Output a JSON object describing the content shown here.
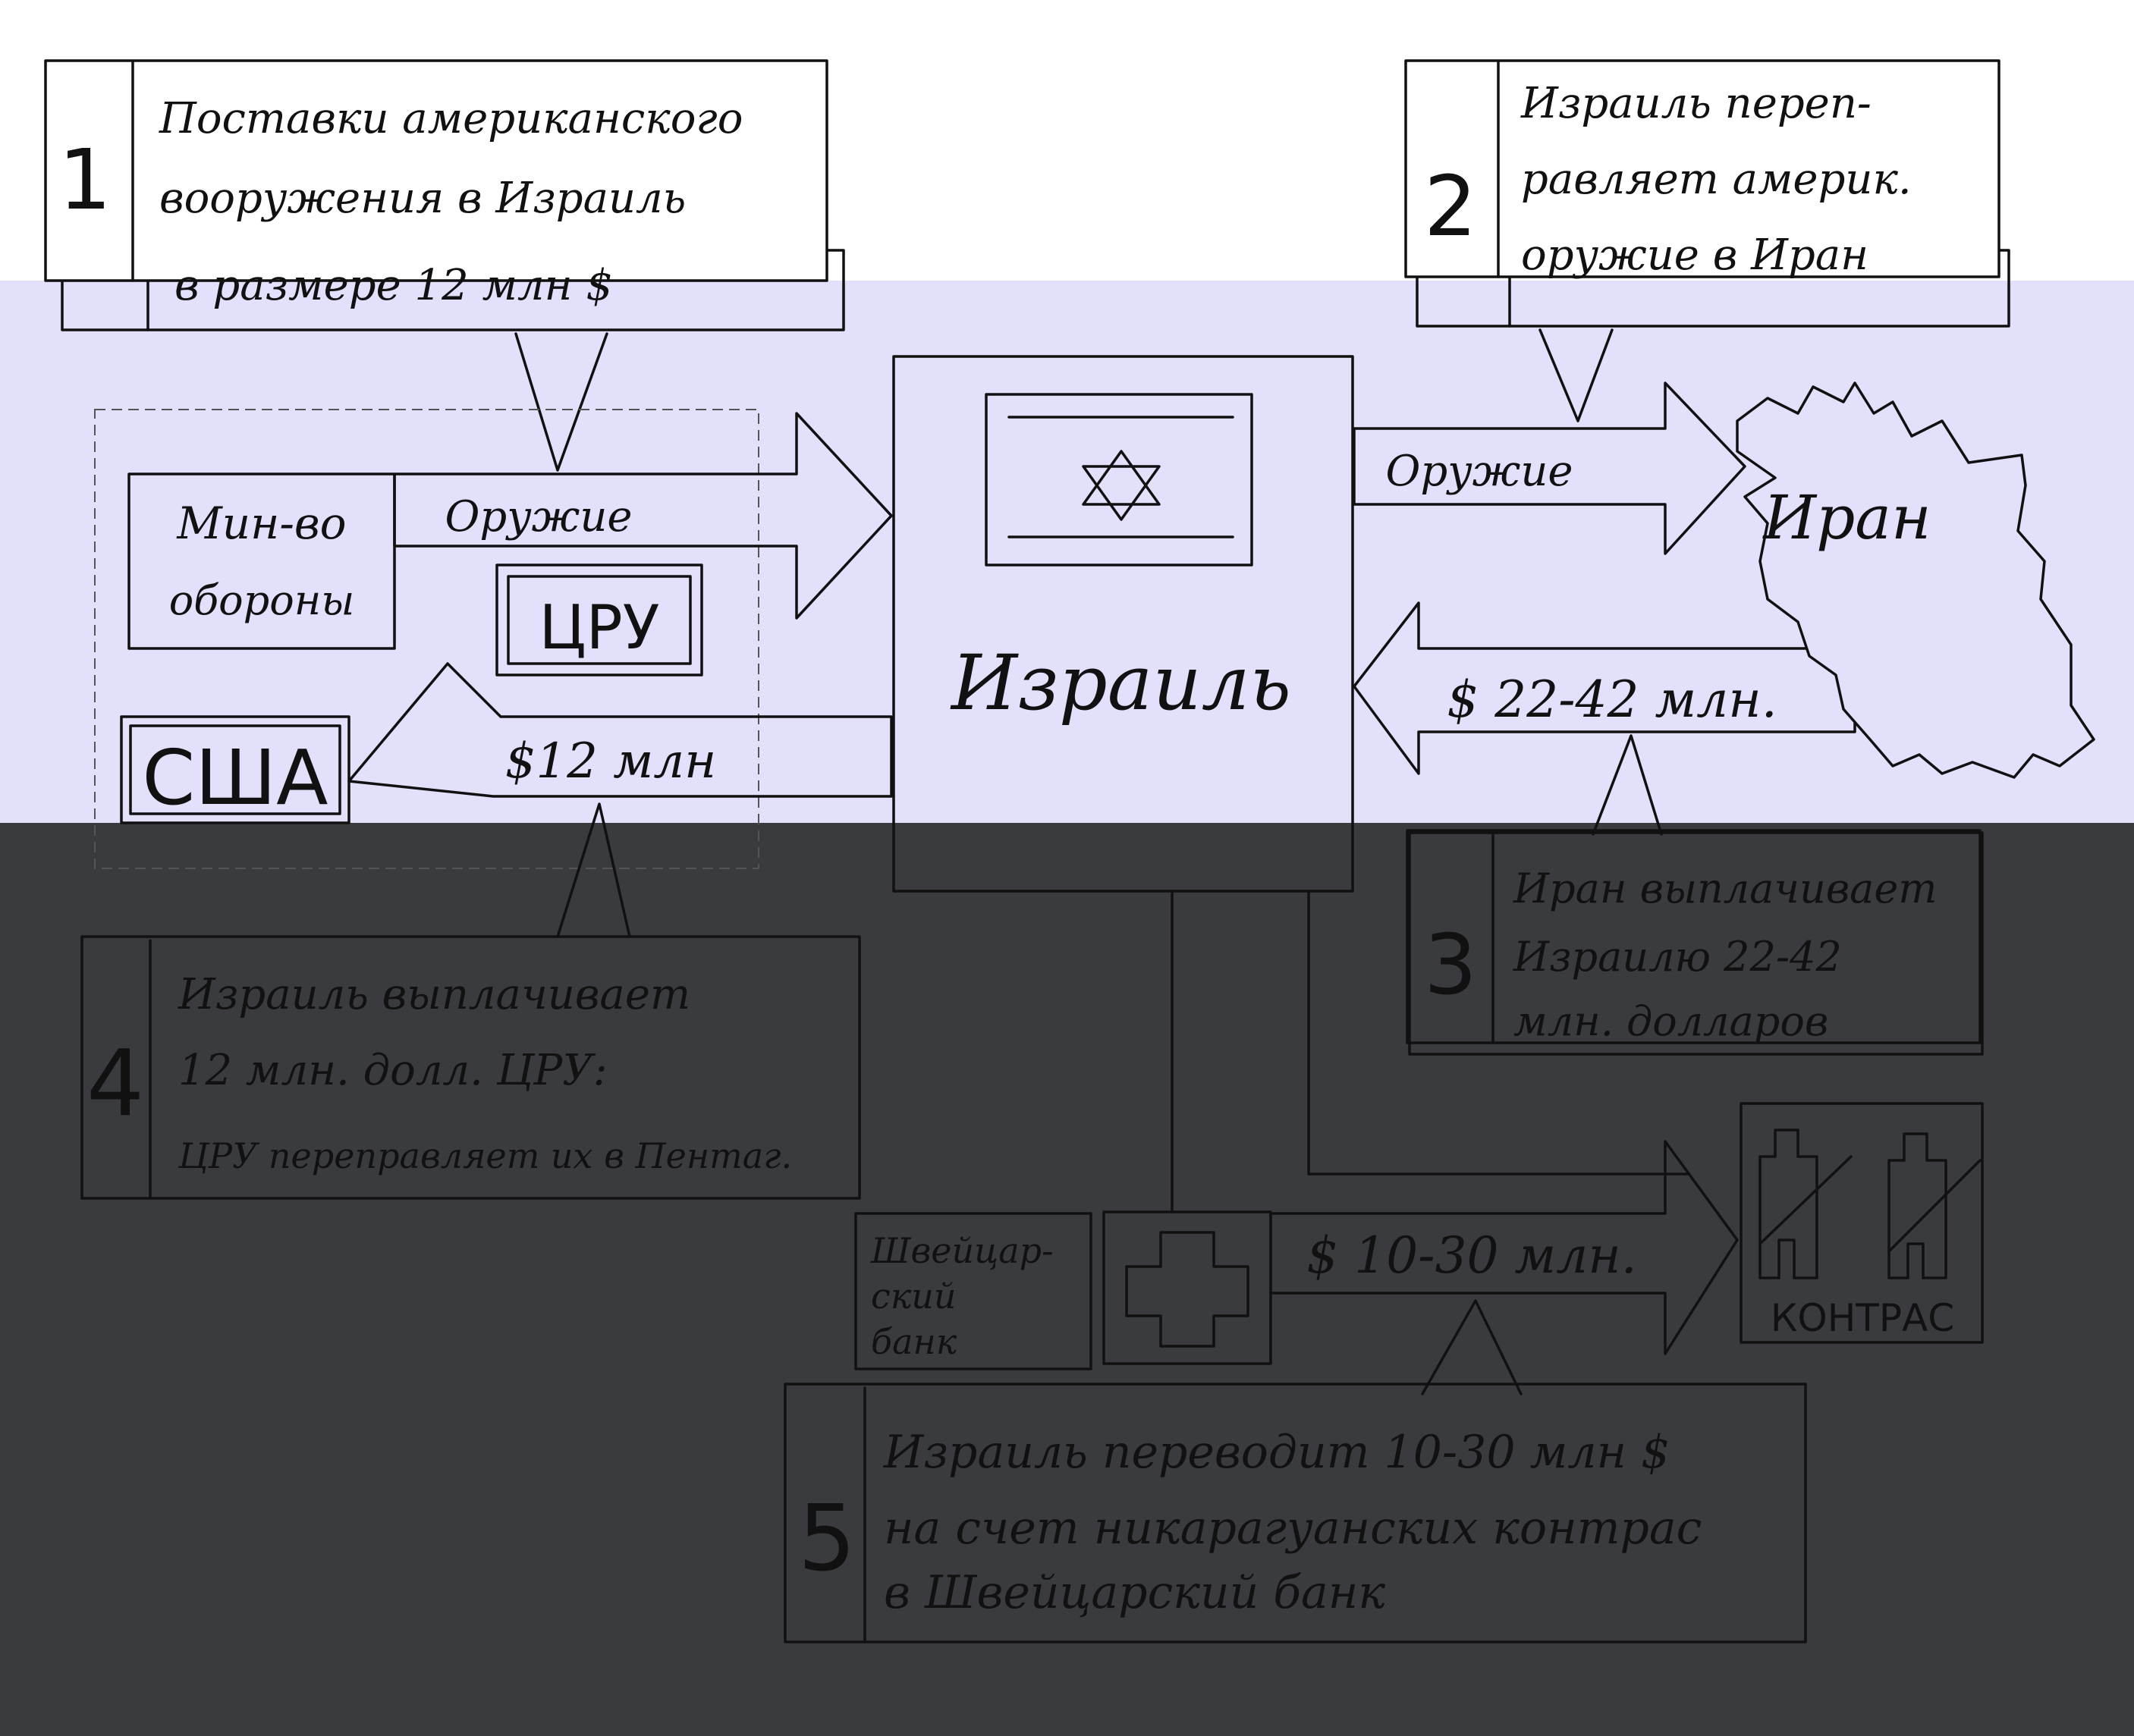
{
  "colors": {
    "top_band": "#ffffff",
    "mid_band": "#e2e0fb",
    "bottom_band": "#3a3b3e",
    "ink": "#111111"
  },
  "callouts": [
    {
      "number": "1",
      "lines": [
        "Поставки американского",
        "вооружения в Израиль",
        "в размере 12 млн $"
      ]
    },
    {
      "number": "2",
      "lines": [
        "Израиль переп-",
        "равляет америк.",
        "оружие в Иран"
      ]
    },
    {
      "number": "3",
      "lines": [
        "Иран выплачивает",
        "Израилю 22-42",
        "млн. долларов"
      ]
    },
    {
      "number": "4",
      "lines": [
        "Израиль выплачивает",
        "12 млн. долл. ЦРУ:",
        "ЦРУ переправляет их в Пентаг."
      ]
    },
    {
      "number": "5",
      "lines": [
        "Израиль переводит 10-30 млн $",
        "на счет никарагуанских контрас",
        "в Швейцарский банк"
      ]
    }
  ],
  "nodes": {
    "ministry": [
      "Мин-во",
      "обороны"
    ],
    "cia": "ЦРУ",
    "usa": "США",
    "israel": "Израиль",
    "iran": "Иран",
    "swiss_bank": [
      "Швейцар-",
      "ский",
      "банк"
    ],
    "contras": "КОНТРАС"
  },
  "flows": {
    "usa_to_israel": "Оружие",
    "israel_to_usa": "$12 млн",
    "israel_to_iran": "Оружие",
    "iran_to_israel": "$ 22-42 млн.",
    "israel_to_contras": "$ 10-30 млн."
  },
  "icons": [
    "star-of-david-icon",
    "swiss-cross-icon",
    "contras-soldier-icon"
  ]
}
